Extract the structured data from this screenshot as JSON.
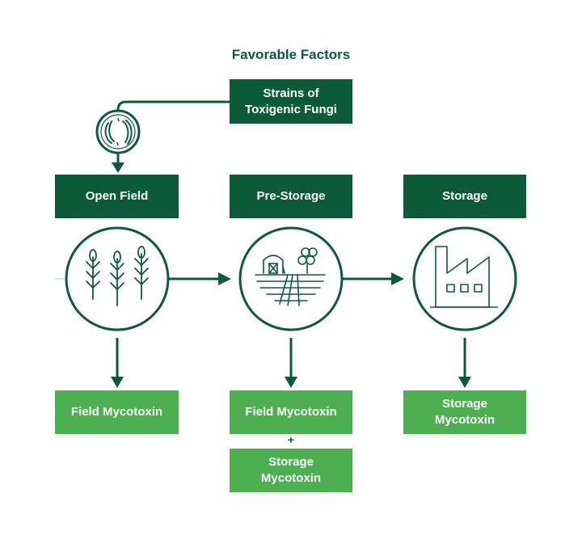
{
  "title": "Favorable Factors",
  "source_box": {
    "line1": "Strains of",
    "line2": "Toxigenic Fungi"
  },
  "stages": [
    {
      "label": "Open Field"
    },
    {
      "label": "Pre-Storage"
    },
    {
      "label": "Storage"
    }
  ],
  "outcomes": {
    "open_field": "Field Mycotoxin",
    "pre_storage_1": "Field Mycotoxin",
    "plus": "+",
    "pre_storage_2": {
      "line1": "Storage",
      "line2": "Mycotoxin"
    },
    "storage": {
      "line1": "Storage",
      "line2": "Mycotoxin"
    }
  },
  "colors": {
    "dark_green": "#0b5b3a",
    "light_green": "#4caf50"
  },
  "icons": [
    "fungi-spores-icon",
    "wheat-icon",
    "farm-barn-icon",
    "factory-icon"
  ]
}
